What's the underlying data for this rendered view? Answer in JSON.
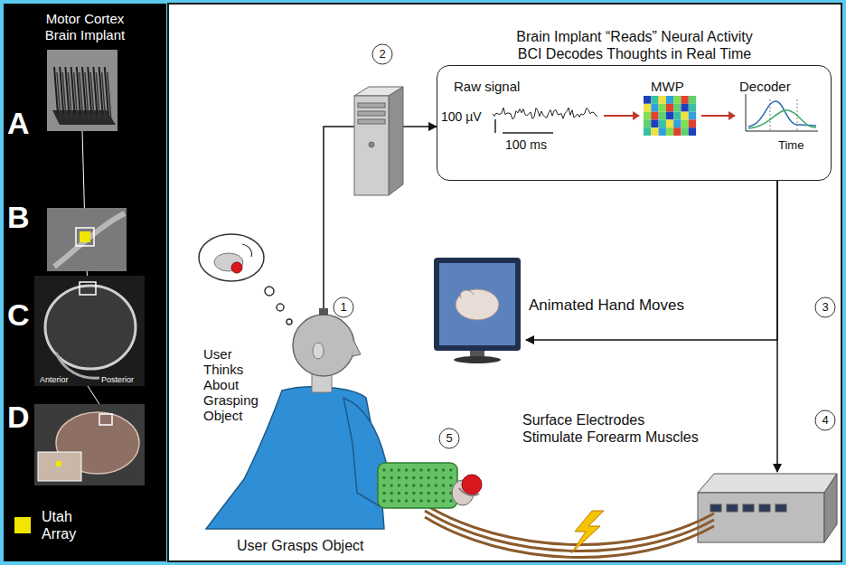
{
  "diagram": {
    "nodes": [
      {
        "text": [
          "Brain Implant “Reads” Neural Activity BCI Decodes Thoughts in Real Time",
          "Raw signal",
          "100 µV",
          "100 ms",
          "MWP",
          "Decoder",
          "Time"
        ]
      },
      {
        "text": [
          "Animated Hand Moves"
        ]
      },
      {
        "text": [
          "Surface Electrodes Stimulate Forearm Muscles"
        ]
      },
      {
        "text": [
          "User Thinks About Grasping Object"
        ]
      }
    ],
    "edges": [
      {
        "from": 3,
        "to": 0,
        "arrow": "to"
      },
      {
        "from": 0,
        "to": 1,
        "arrow": "to"
      },
      {
        "from": 0,
        "to": 2,
        "arrow": "to"
      }
    ],
    "labels": [
      "Motor Cortex Brain Implant",
      "A",
      "B",
      "C",
      "D",
      "Anterior",
      "Posterior",
      "1",
      "2",
      "3",
      "4",
      "5",
      "User Grasps Object"
    ],
    "legend": [
      {
        "text": "Utah Array",
        "color": "#f2e600"
      }
    ]
  }
}
